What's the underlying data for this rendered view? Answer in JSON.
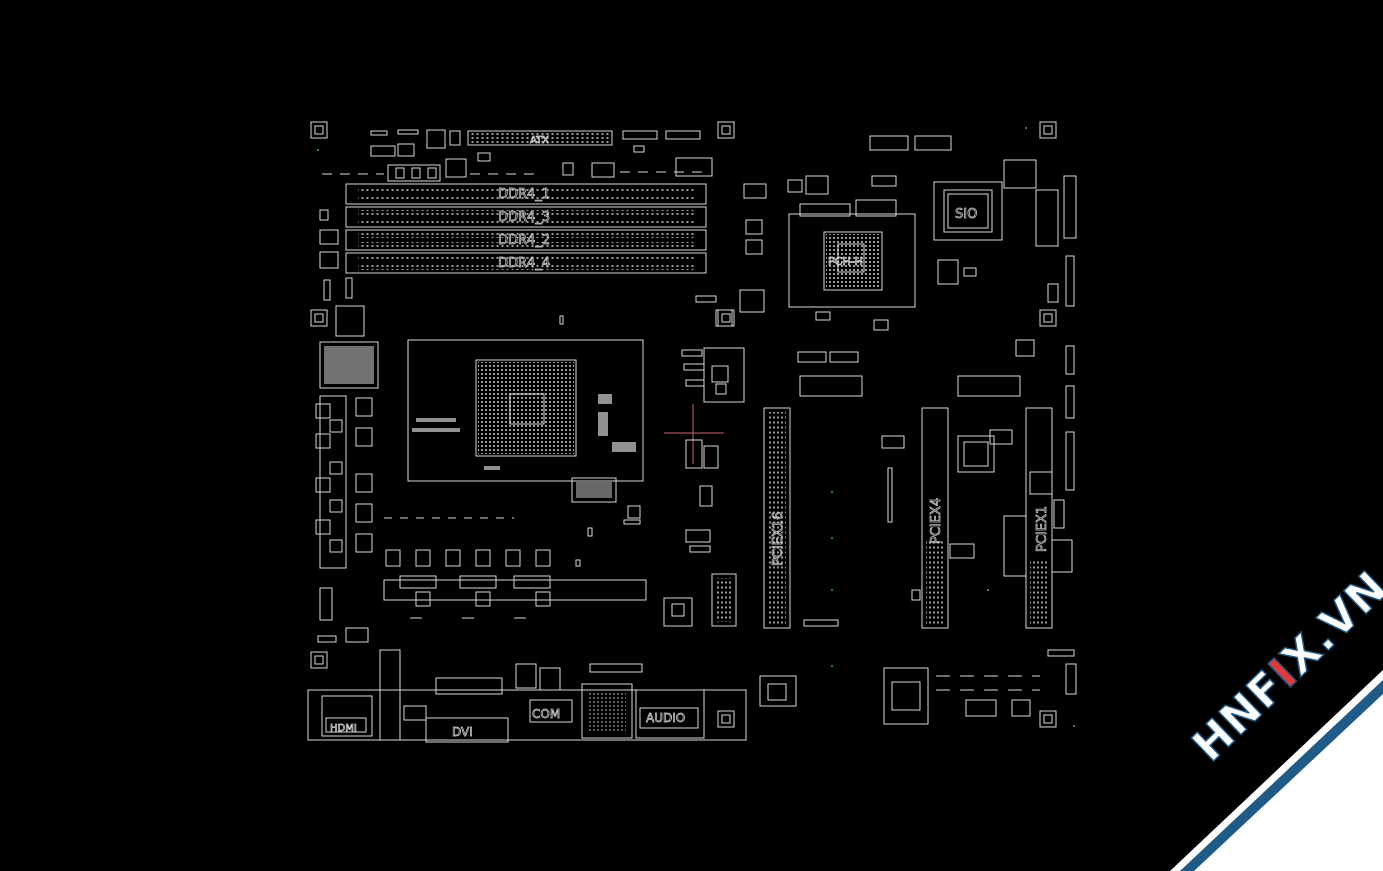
{
  "board": {
    "labels": {
      "atx": "ATX",
      "ddr4_slots": [
        "DDR4_1",
        "DDR4_3",
        "DDR4_2",
        "DDR4_4"
      ],
      "sio": "SIO",
      "pch": "PCH-H",
      "pcie_x16": "PCIEX16",
      "pcie_x4": "PCIEX4",
      "pcie_x1": "PCIEX1",
      "dvi": "DVI",
      "hdmi": "HDMI",
      "audio": "AUDIO",
      "com": "COM"
    }
  },
  "colors": {
    "background": "#000000",
    "outline": "#d8d8d8",
    "crosshair": "#a0505a",
    "watermark_band": "#1f5b86",
    "watermark_accent": "#e23a3a"
  },
  "watermark": {
    "text_before": "HNF",
    "text_accent": "I",
    "text_after": "X.VN"
  }
}
